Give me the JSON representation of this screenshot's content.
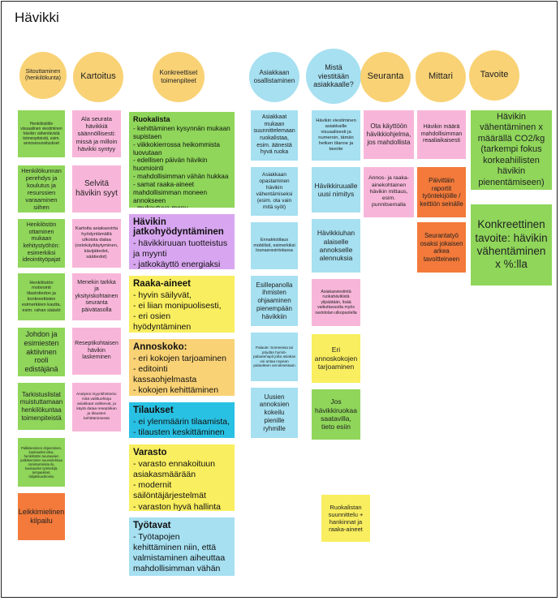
{
  "board": {
    "title": "Hävikki"
  },
  "columns": {
    "c1": "Sitouttaminen (henkilökunta)",
    "c2": "Kartoitus",
    "c3": "Konkreettiset toimenpiteet",
    "c4": "Asiakkaan osallistaminen",
    "c5": "Mistä viestitään asiakkaalle?",
    "c6": "Seuranta",
    "c7": "Mittari",
    "c8": "Tavoite"
  },
  "col1": [
    "Henkilöstölle visuaalinen viestiminen hävikin vähentävistä toimenpiteistä, esim. annosesuosituskset",
    "Henkilökunnan perehdys ja koulutus ja resurssien varaaminen siihen",
    "Henkilöstön ottaminen mukaan kehitystyöhön: esimerkiksi ideointityöpajat",
    "Henkilöstön motivointi tilastotiedon ja konkreettisten esimerkkien kautta, esim. rahan säästö",
    "Johdon ja esimiesten aktiivinen rooli edistäjänä",
    "Tarkistuslistat muistuttamaan henkilökuntaa toimenpiteistä",
    "Palkitseminen ohjeeminen, kuukauden idea, henkilöstön seuraavien palkitseminen suunnitelmaa onnistumisista ilo, kuukauden työntekijä, tempaukset, lahjakkuuskonsu",
    "Leikkimielinen kilpailu"
  ],
  "col2": [
    "Ala seurata hävikkiä säännöllisesti: missä ja milloin hävikki syntyy",
    "Selvitä hävikin syyt",
    "Kartoita asiakasvirta hyödyntämällä ulkoista dataa (ostokäyttäytyminen, kävijätiedot, säätiedot)",
    "Menekin tarkka ja yksityiskohtainen seuranta päivätasolla",
    "Reseptikohtaisen hävikin laskeminen",
    "Analysoi myyntihistoria: mitä valittuohtoja asiakkaat valitsevat, ja käytä dataa reseptiikan ja tilausten kehittämisessä"
  ],
  "col3": [
    {
      "title": "Ruokalista",
      "text": "- kehittäminen kysynnän mukaan supistaen\n- viikkokierrossa heikommista luovutaan\n- edellisen päivän hävikin huomiointi\n- mahdollisimman vähän hukkaa\n- samat raaka-aineet mahdollisimman moneen annokseen\n- mukautuva menu\n- biojäteenpunttus yhdistettynä ruokalistasuunnitteluun"
    },
    {
      "title": "Hävikin jatkohyödyntäminen",
      "text": "- hävikkiruuan tuotteistus ja myynti\n- jatkokäyttö energiaksi"
    },
    {
      "title": "Raaka-aineet",
      "text": "- hyvin säilyvät,\n- ei liian monipuolisesti,\n- eri osien hyödyntäminen reseptiikassa"
    },
    {
      "title": "Annoskoko:",
      "text": "- eri kokojen tarjoaminen\n- editointi kassaohjelmasta\n- kokojen kehittäminen hävikin perusteella"
    },
    {
      "title": "Tilaukset",
      "text": "- ei ylenmäärin tilaamista,\n- tilausten keskittäminen"
    },
    {
      "title": "Varasto",
      "text": "- varasto ennakoituun asiakasmäärään\n- modernit säilöntäjärjestelmät\n- varaston hyvä hallinta"
    },
    {
      "title": "Työtavat",
      "text": "- Työtapojen kehittäminen niin, että valmistaminen aiheuttaa mahdollisimman vähän hävikkiä"
    }
  ],
  "col4": [
    "Asiakkaat mukaan suunnittelemaan ruokalistaa, esim. äänestä hyvä ruoka",
    "Asiakkaan opastaminen hävikin vähentämiseksi (esim. ota vain mitä syöt)",
    "Ennakkotilaus mobiilisti, esimerkiksi lounasravintolassa",
    "Esillepanolla ihmisten ohjaaminen pienempään hävikkiin",
    "Palaute: Someessa tai pöydän hymiö-palautenapit jotta asiakas voi antaa nopean palautteen annoksestaan",
    "Uusien annoksien kokeilu pienille ryhmille"
  ],
  "col5": [
    "Hävikin viestiminen asiakkaille visuaalisesti ja numeroin, tämän hetken tilanne ja tavoite",
    "Hävikkiruualle uusi nimitys",
    "Hävikkiuhan alaiselle annokselle alennuksia",
    "Asiakasviestintä ruokahävikistä ylipäätään, lisää vaikuttavuutta myös ravintolan ulkopuolella",
    "Eri annoskokojen tarjoaminen",
    "Jos hävikkiruokaa saatavilla, tieto esiin",
    "Ruokalistan suunnittelu + hankinnat ja raaka-aineet"
  ],
  "col6": [
    "Ota käyttöön hävikkiohjelma, jos mahdollista",
    "Annos- ja raaka-ainekohtainen hävikin mittaus, esim. punnitsemalla"
  ],
  "col7": [
    "Hävikin määrä mahdollisimman reaaliaikaisesti",
    "Päivittäin raportit työntekijöille / keittiön seinälle",
    "Seurantatyö osaksi jokaisen arkea tavoitteineen"
  ],
  "col8": [
    "Hävikin vähentäminen x määrällä CO2/kg (tarkempi fokus korkeahiilisten hävikin pienentämiseen)",
    "Konkreettinen tavoite: hävikin vähentäminen x %:lla"
  ]
}
